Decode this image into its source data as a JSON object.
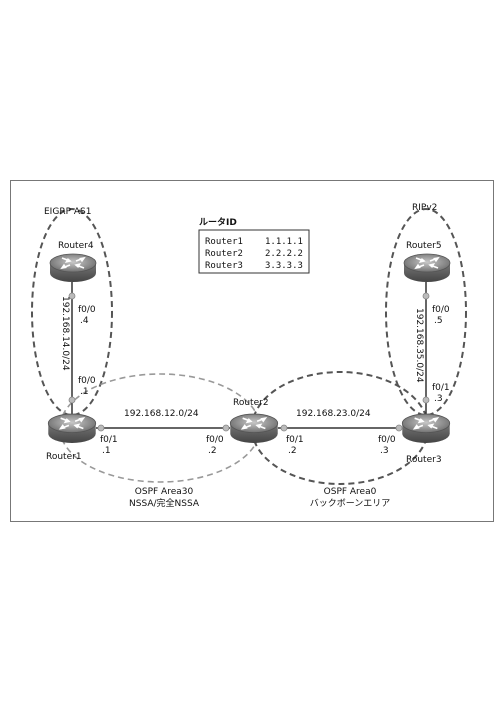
{
  "areas": {
    "eigrp": "EIGRP AS1",
    "rip": "RIPv2",
    "ospf30_line1": "OSPF Area30",
    "ospf30_line2": "NSSA/完全NSSA",
    "ospf0_line1": "OSPF Area0",
    "ospf0_line2": "バックボーンエリア"
  },
  "router_id_table": {
    "title": "ルータID",
    "rows": [
      {
        "name": "Router1",
        "id": "1.1.1.1"
      },
      {
        "name": "Router2",
        "id": "2.2.2.2"
      },
      {
        "name": "Router3",
        "id": "3.3.3.3"
      }
    ]
  },
  "routers": {
    "r1": "Router1",
    "r2": "Router2",
    "r3": "Router3",
    "r4": "Router4",
    "r5": "Router5"
  },
  "networks": {
    "r1_r4": "192.168.14.0/24",
    "r3_r5": "192.168.35.0/24",
    "r1_r2": "192.168.12.0/24",
    "r2_r3": "192.168.23.0/24"
  },
  "interfaces": {
    "r4_if": "f0/0",
    "r4_host": ".4",
    "r1_top_if": "f0/0",
    "r1_top_host": ".1",
    "r1_right_if": "f0/1",
    "r1_right_host": ".1",
    "r2_left_if": "f0/0",
    "r2_left_host": ".2",
    "r2_right_if": "f0/1",
    "r2_right_host": ".2",
    "r3_left_if": "f0/0",
    "r3_left_host": ".3",
    "r5_if": "f0/0",
    "r5_host": ".5",
    "r3_top_if": "f0/1",
    "r3_top_host": ".3"
  }
}
